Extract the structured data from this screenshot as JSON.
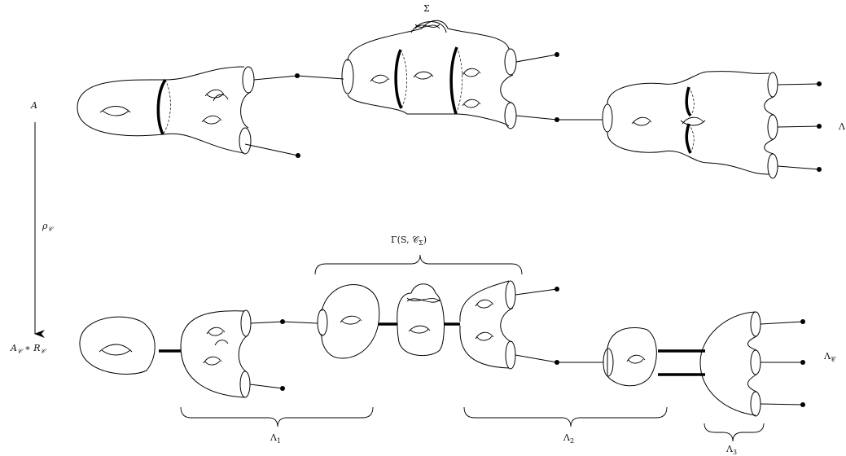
{
  "labels": {
    "sigma": "Σ",
    "a": "A",
    "lambda_top": "Λ",
    "rho": "ρ",
    "rho_sub": "𝒞",
    "a_quot": "A",
    "a_quot_sub1": "𝒞",
    "a_quot_star": " ∗ ",
    "a_quot_r": "R",
    "a_quot_sub2": "𝒞",
    "gamma_main": "Γ(S, 𝒞",
    "gamma_sub": "Σ",
    "gamma_close": ")",
    "lambda1": "Λ",
    "lambda1_sub": "1",
    "lambda2": "Λ",
    "lambda2_sub": "2",
    "lambda3": "Λ",
    "lambda3_sub": "3",
    "lambda_c": "Λ",
    "lambda_c_sub": "𝒞"
  },
  "colors": {
    "ink": "#000000",
    "background": "#ffffff"
  }
}
